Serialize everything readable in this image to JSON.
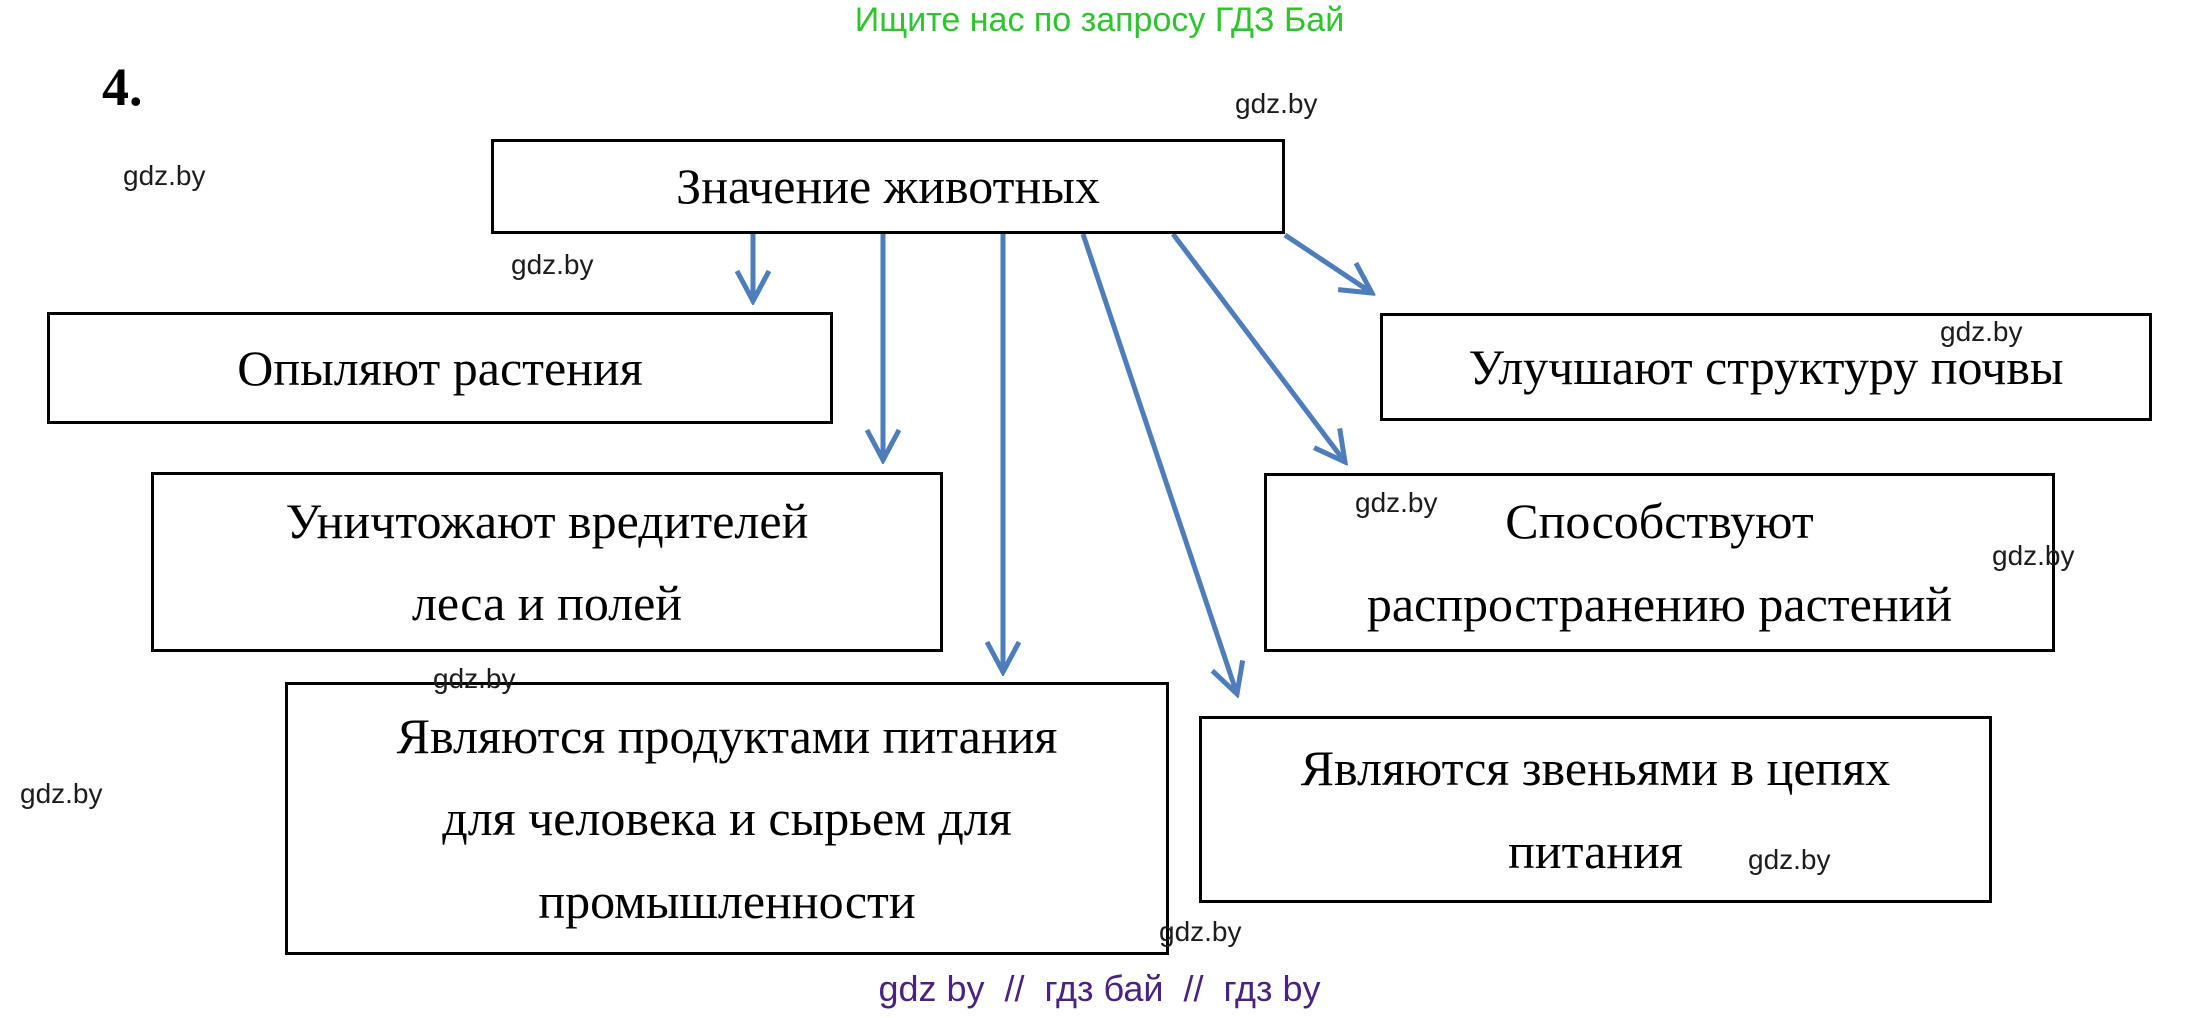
{
  "header": {
    "promo_text": "Ищите нас по запросу ГДЗ Бай"
  },
  "task": {
    "number": "4."
  },
  "watermark": {
    "text": "gdz.by"
  },
  "footer": {
    "text": "gdz by  //  гдз бай  //  гдз by"
  },
  "colors": {
    "green": "#2cc52c",
    "purple": "#4a2382",
    "arrow": "#4e7dbc",
    "ink": "#000000"
  },
  "diagram": {
    "title": "Значение животных",
    "nodes": [
      {
        "id": "pollinate",
        "lines": [
          "Опыляют растения"
        ]
      },
      {
        "id": "soil",
        "lines": [
          "Улучшают структуру почвы"
        ]
      },
      {
        "id": "pests",
        "lines": [
          "Уничтожают вредителей",
          "леса и полей"
        ]
      },
      {
        "id": "spread",
        "lines": [
          "Способствуют",
          "распространению растений"
        ]
      },
      {
        "id": "food",
        "lines": [
          "Являются продуктами питания",
          "для человека и сырьем для",
          "промышленности"
        ]
      },
      {
        "id": "chain",
        "lines": [
          "Являются звеньями в цепях",
          "питания"
        ]
      }
    ]
  }
}
